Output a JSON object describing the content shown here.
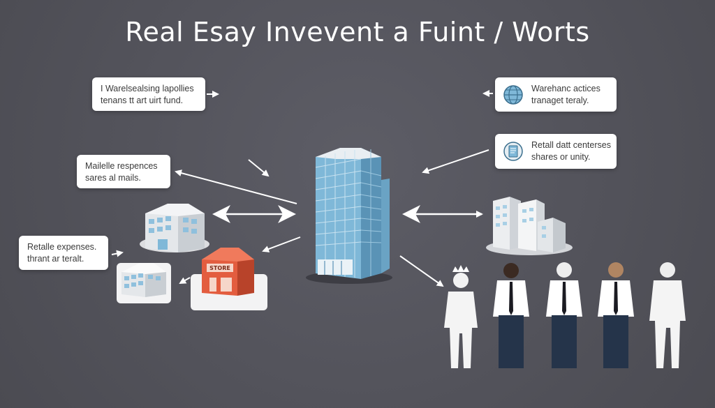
{
  "title": "Real Esay Invevent a Fuint / Worts",
  "callouts": {
    "top_left": {
      "line1": "I Warelsealsing lapollies",
      "line2": "tenans tt art uirt fund."
    },
    "mid_left": {
      "line1": "Mailelle respences",
      "line2": "sares al mails."
    },
    "low_left": {
      "line1": "Retalle expenses.",
      "line2": "thrant ar teralt."
    },
    "top_right": {
      "line1": "Warehanc actices",
      "line2": "tranaget teraly."
    },
    "mid_right": {
      "line1": "Retall datt centerses",
      "line2": "shares or unity."
    }
  },
  "store_sign": "STORE",
  "icons": {
    "globe": "globe-icon",
    "document": "document-icon"
  },
  "colors": {
    "background": "#54545c",
    "tower": "#7fb8d8",
    "tower_dark": "#5a93b6",
    "store": "#e35d3f",
    "callout_bg": "#ffffff",
    "arrow": "#ffffff"
  }
}
